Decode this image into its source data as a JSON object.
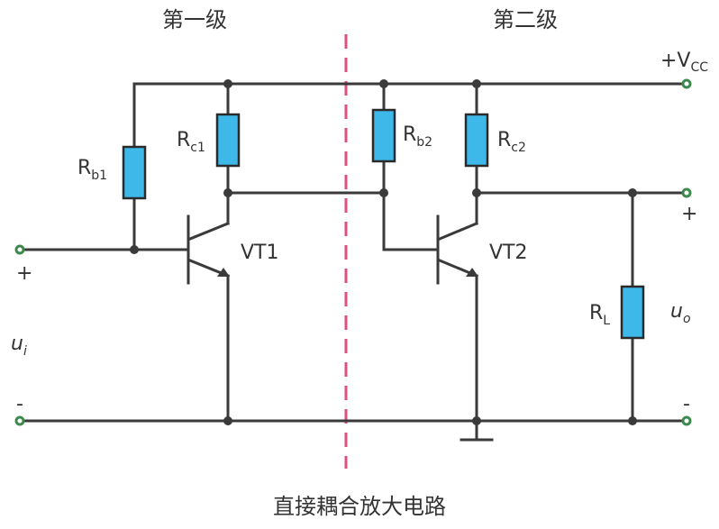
{
  "stage_labels": {
    "first": "第一级",
    "second": "第二级"
  },
  "supply": {
    "prefix": "+V",
    "sub": "CC"
  },
  "resistors": {
    "rb1": {
      "main": "R",
      "sub": "b1"
    },
    "rc1": {
      "main": "R",
      "sub": "c1"
    },
    "rb2": {
      "main": "R",
      "sub": "b2"
    },
    "rc2": {
      "main": "R",
      "sub": "c2"
    },
    "rl": {
      "main": "R",
      "sub": "L"
    }
  },
  "transistors": {
    "vt1": "VT1",
    "vt2": "VT2"
  },
  "input": {
    "plus": "+",
    "minus": "-",
    "main": "u",
    "sub": "i"
  },
  "output": {
    "plus": "+",
    "minus": "-",
    "main": "u",
    "sub": "o"
  },
  "caption": "直接耦合放大电路",
  "colors": {
    "resistor_fill": "#3db8e8",
    "terminal": "#3d8a4e",
    "divider": "#e0507a",
    "wire": "#3a3a3a"
  }
}
